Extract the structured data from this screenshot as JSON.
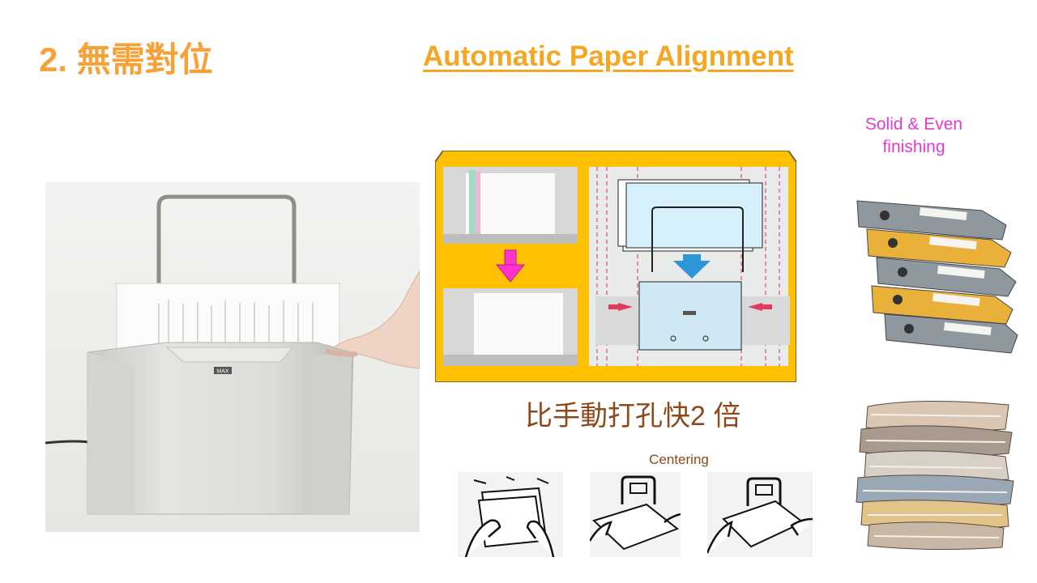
{
  "slide": {
    "title_cn": "2.  無需對位",
    "title_en": "Automatic Paper Alignment",
    "solid_caption_line1": "Solid & Even",
    "solid_caption_line2": "finishing",
    "speed_text": "比手動打孔快2 倍",
    "centering_label": "Centering",
    "brand_label": "MAX"
  },
  "colors": {
    "accent_orange": "#f6a23a",
    "panel_yellow": "#ffc000",
    "magenta_arrow": "#ff33cc",
    "blue_arrow": "#2e96d8",
    "caption_magenta": "#e23ad2",
    "caption_brown": "#8c4a1d"
  },
  "icons": [
    "down-arrow-icon",
    "side-push-arrow-icon"
  ]
}
